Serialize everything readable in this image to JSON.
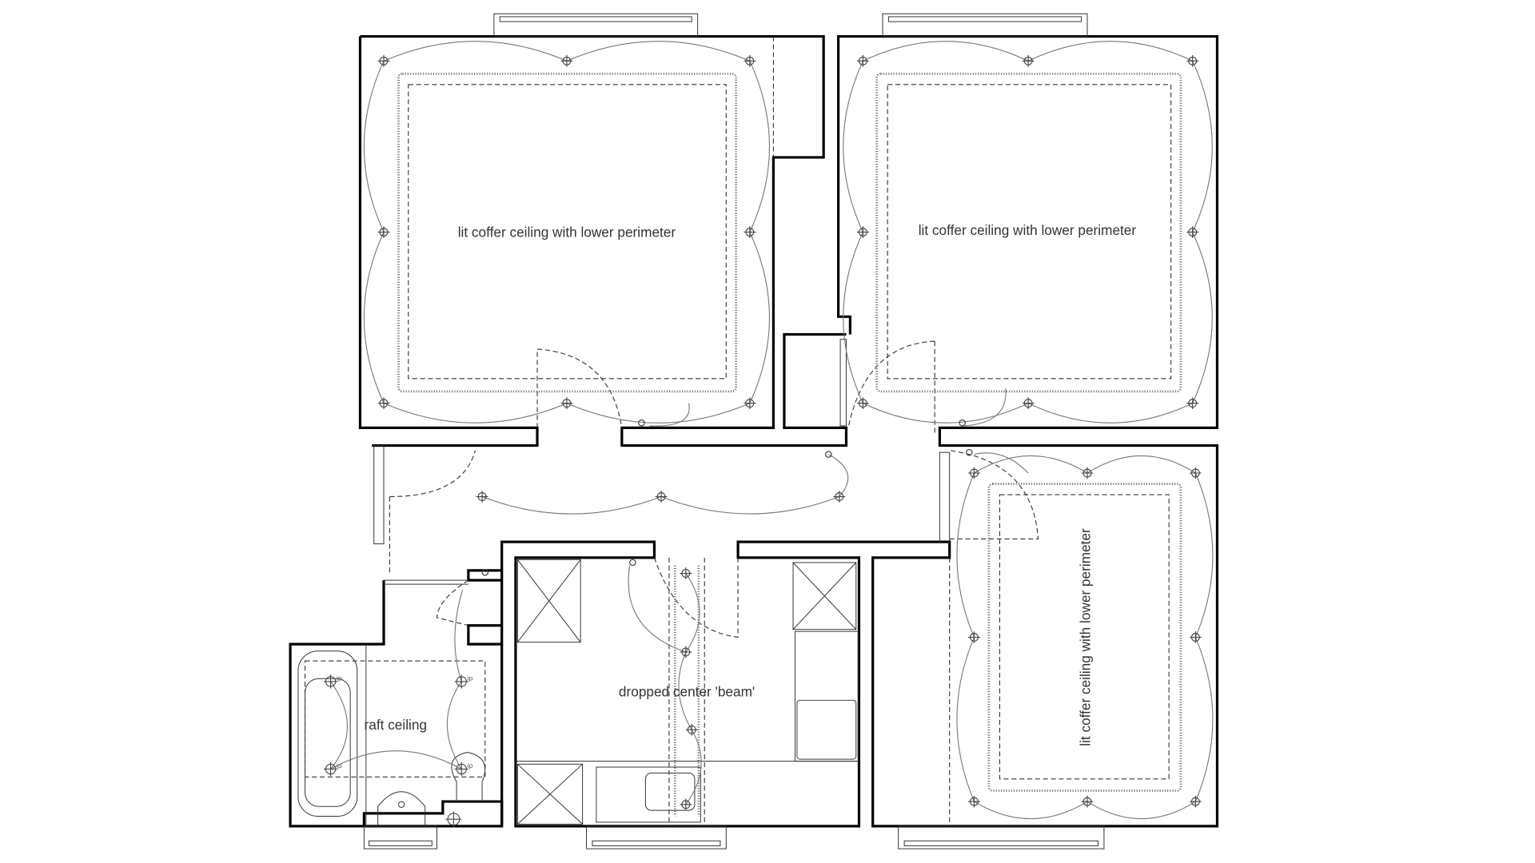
{
  "labels": {
    "bedroom1": "lit coffer ceiling with lower perimeter",
    "bedroom2": "lit coffer ceiling with lower perimeter",
    "living": "lit coffer ceiling with lower perimeter",
    "kitchen": "dropped center 'beam'",
    "bathroom": "raft ceiling",
    "ip": [
      "ip",
      "ip",
      "ip",
      "ip"
    ]
  },
  "icons": [
    "ceiling-light-icon",
    "light-switch-icon",
    "window-icon",
    "door-swing-icon",
    "bathtub-icon",
    "toilet-icon",
    "sink-icon"
  ]
}
